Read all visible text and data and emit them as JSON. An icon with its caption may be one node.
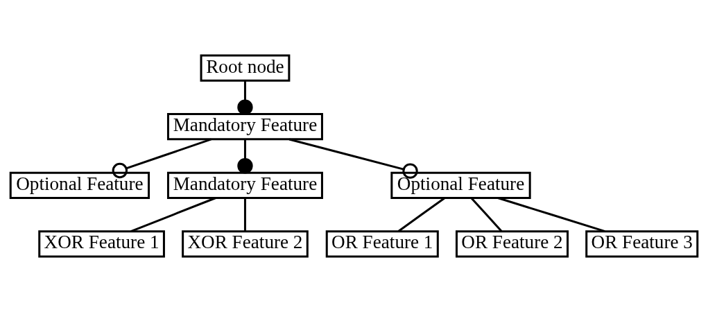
{
  "diagram": {
    "nodes": [
      {
        "text": [
          "Root node"
        ]
      },
      {
        "text": [
          "Mandatory Feature"
        ]
      },
      {
        "text": [
          "Optional Feature"
        ]
      },
      {
        "text": [
          "Mandatory Feature"
        ]
      },
      {
        "text": [
          "Optional Feature"
        ]
      },
      {
        "text": [
          "XOR Feature 1"
        ]
      },
      {
        "text": [
          "XOR Feature 2"
        ]
      },
      {
        "text": [
          "OR Feature 1"
        ]
      },
      {
        "text": [
          "OR Feature 2"
        ]
      },
      {
        "text": [
          "OR Feature 3"
        ]
      }
    ],
    "edges": [
      {
        "from": 0,
        "to": 1,
        "arrow": "other"
      },
      {
        "from": 1,
        "to": 2,
        "arrow": "other"
      },
      {
        "from": 1,
        "to": 3,
        "arrow": "other"
      },
      {
        "from": 1,
        "to": 4,
        "arrow": "other"
      },
      {
        "from": 3,
        "to": 5,
        "arrow": "none"
      },
      {
        "from": 3,
        "to": 6,
        "arrow": "none"
      },
      {
        "from": 4,
        "to": 7,
        "arrow": "none"
      },
      {
        "from": 4,
        "to": 8,
        "arrow": "none"
      },
      {
        "from": 4,
        "to": 9,
        "arrow": "none"
      }
    ]
  }
}
